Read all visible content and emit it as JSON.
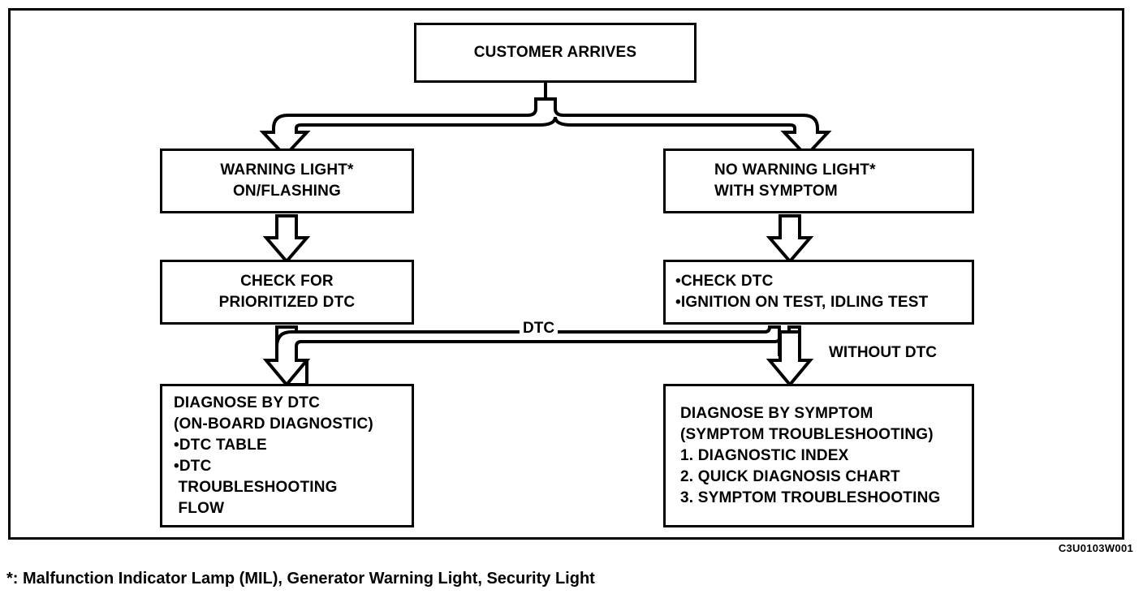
{
  "figure": {
    "code": "C3U0103W001",
    "footnote": "*: Malfunction Indicator Lamp (MIL), Generator Warning Light, Security Light"
  },
  "boxes": {
    "customer_arrives": {
      "text": "CUSTOMER ARRIVES"
    },
    "warning_light": {
      "line1": "WARNING LIGHT*",
      "line2": "ON/FLASHING"
    },
    "no_warning_light": {
      "line1": "NO WARNING LIGHT*",
      "line2": "WITH SYMPTOM"
    },
    "check_for_prioritized_dtc": {
      "line1": "CHECK FOR",
      "line2": "PRIORITIZED DTC"
    },
    "check_dtc": {
      "line1": "•CHECK DTC",
      "line2": "•IGNITION ON TEST, IDLING TEST"
    },
    "diagnose_by_dtc": {
      "line1": "DIAGNOSE BY DTC",
      "line2": "(ON-BOARD DIAGNOSTIC)",
      "line3": "•DTC TABLE",
      "line4": "•DTC",
      "line5": " TROUBLESHOOTING",
      "line6": " FLOW"
    },
    "diagnose_by_symptom": {
      "line1": "DIAGNOSE BY SYMPTOM",
      "line2": "(SYMPTOM TROUBLESHOOTING)",
      "line3": "1. DIAGNOSTIC INDEX",
      "line4": "2. QUICK DIAGNOSIS CHART",
      "line5": "3. SYMPTOM TROUBLESHOOTING"
    }
  },
  "edge_labels": {
    "dtc": "DTC",
    "without_dtc": "WITHOUT DTC"
  },
  "colors": {
    "stroke": "#000000",
    "fill": "#ffffff"
  }
}
